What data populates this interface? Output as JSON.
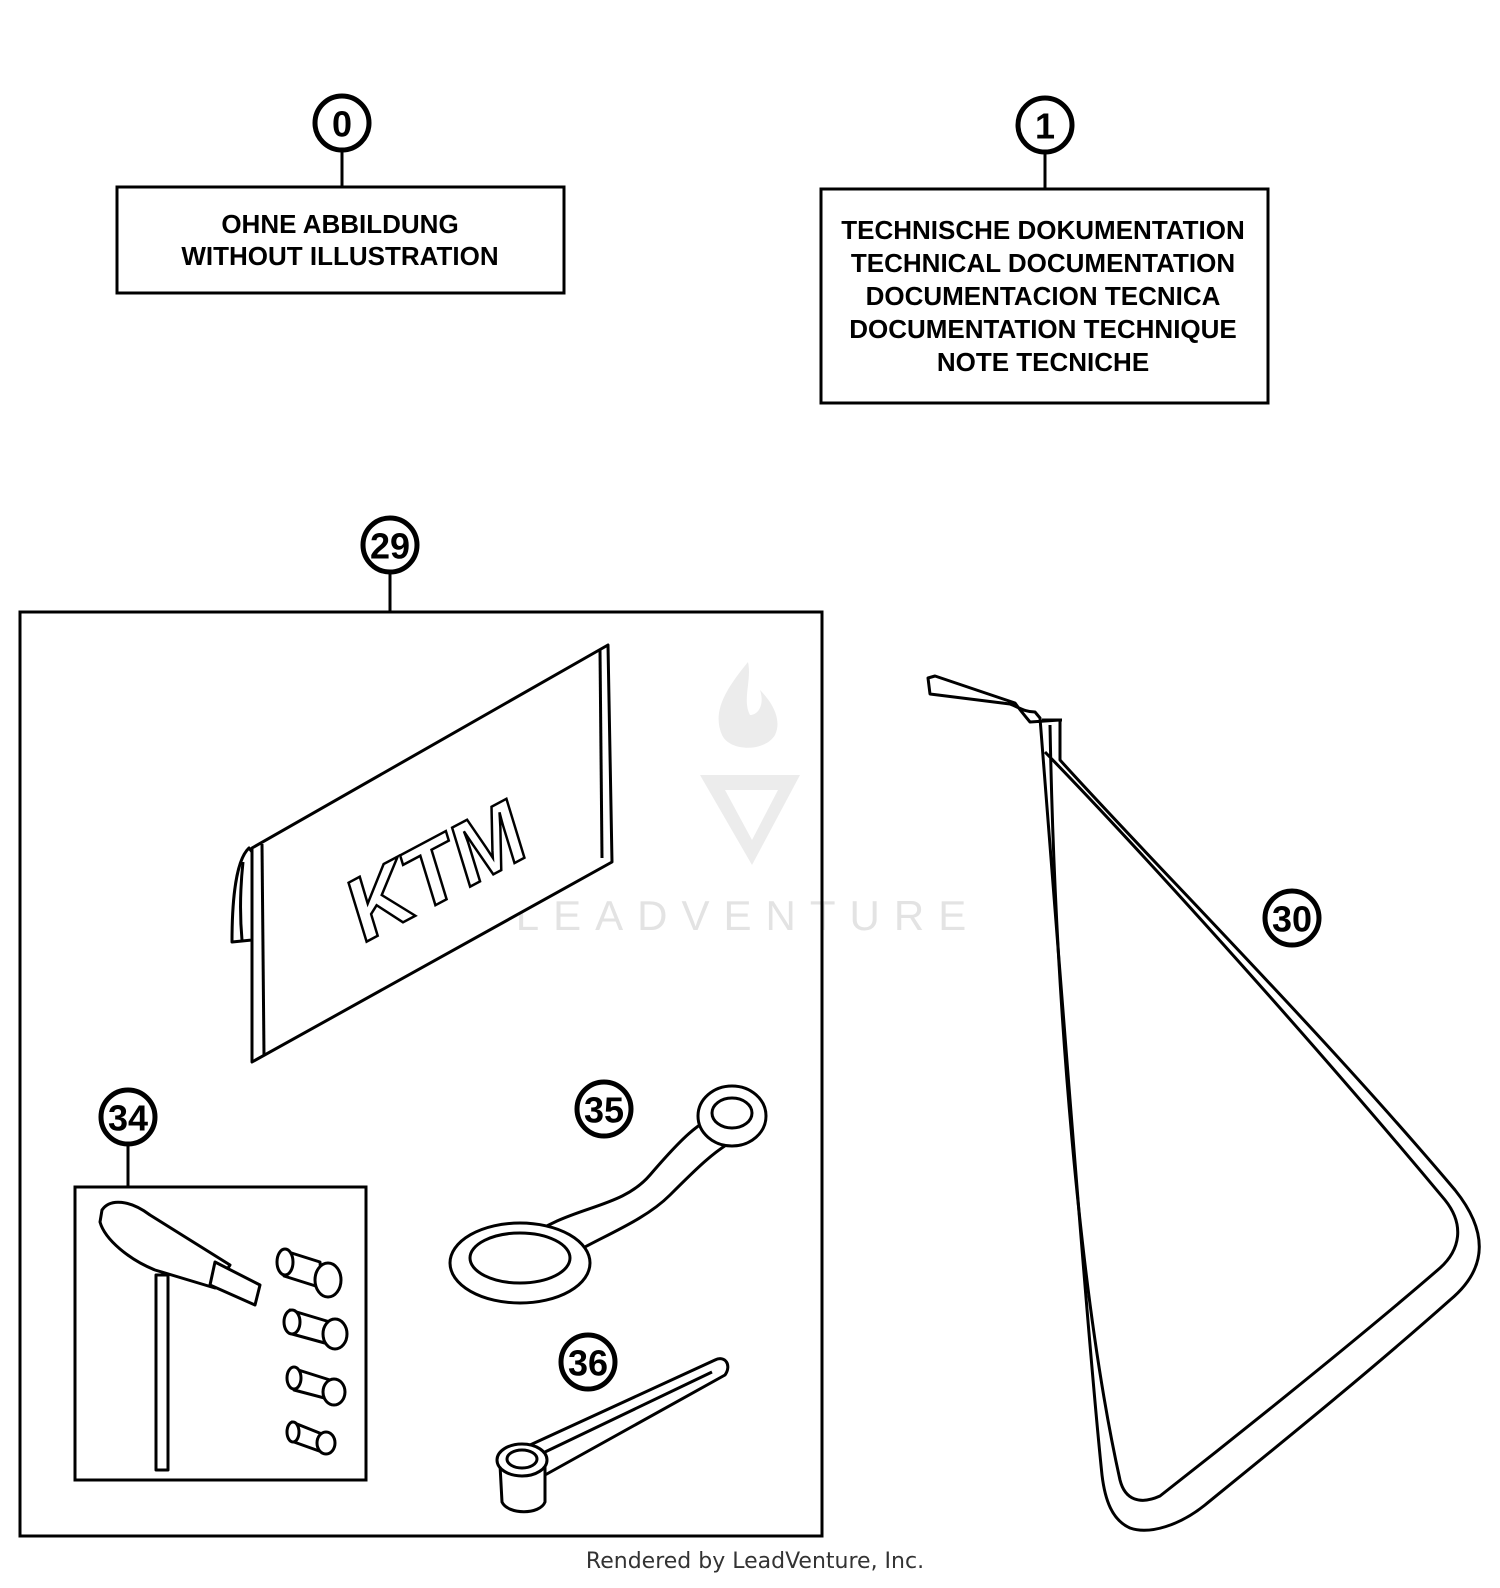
{
  "callouts": {
    "c0": "0",
    "c1": "1",
    "c29": "29",
    "c30": "30",
    "c34": "34",
    "c35": "35",
    "c36": "36"
  },
  "labels": {
    "without_illustration": [
      "OHNE ABBILDUNG",
      "WITHOUT ILLUSTRATION"
    ],
    "technical_documentation": [
      "TECHNISCHE DOKUMENTATION",
      "TECHNICAL DOCUMENTATION",
      "DOCUMENTACION TECNICA",
      "DOCUMENTATION TECHNIQUE",
      "NOTE TECNICHE"
    ]
  },
  "tool_bag_logo": "KTM",
  "watermark": "LEADVENTURE",
  "footer": "Rendered by LeadVenture, Inc."
}
